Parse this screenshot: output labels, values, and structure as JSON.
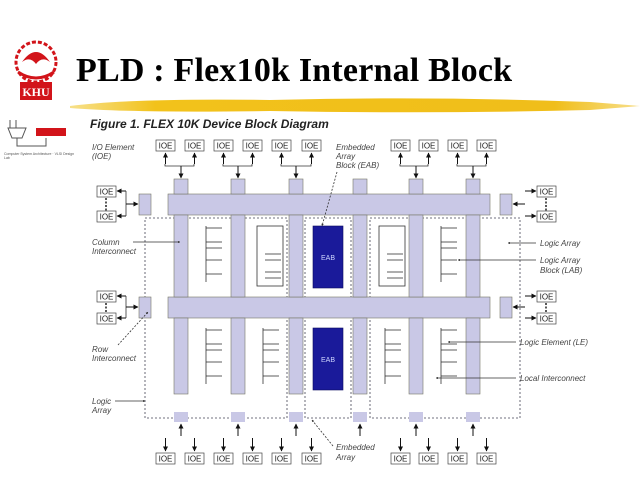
{
  "slide": {
    "title": "PLD : Flex10k Internal Block",
    "logo_text": "KHU",
    "small_logo_caption": "Computer System Architecture · VLSI Design Lab"
  },
  "figure": {
    "title": "Figure 1. FLEX 10K Device Block Diagram",
    "ioe_label": "IOE",
    "eab_label": "EAB",
    "labels": {
      "io_element_1": "I/O Element",
      "io_element_2": "(IOE)",
      "eab_top_1": "Embedded",
      "eab_top_2": "Array",
      "eab_top_3": "Block (EAB)",
      "column_1": "Column",
      "column_2": "Interconnect",
      "row_1": "Row",
      "row_2": "Interconnect",
      "logic_array_left_1": "Logic",
      "logic_array_left_2": "Array",
      "logic_array_right": "Logic Array",
      "lab_1": "Logic Array",
      "lab_2": "Block (LAB)",
      "le": "Logic Element (LE)",
      "local": "Local Interconnect",
      "embedded_array_1": "Embedded",
      "embedded_array_2": "Array"
    },
    "colors": {
      "interconnect": "#c9c8e6",
      "eab": "#1a1a9a",
      "title_underline": "#f2c21b",
      "logo_red": "#d2141a"
    }
  }
}
